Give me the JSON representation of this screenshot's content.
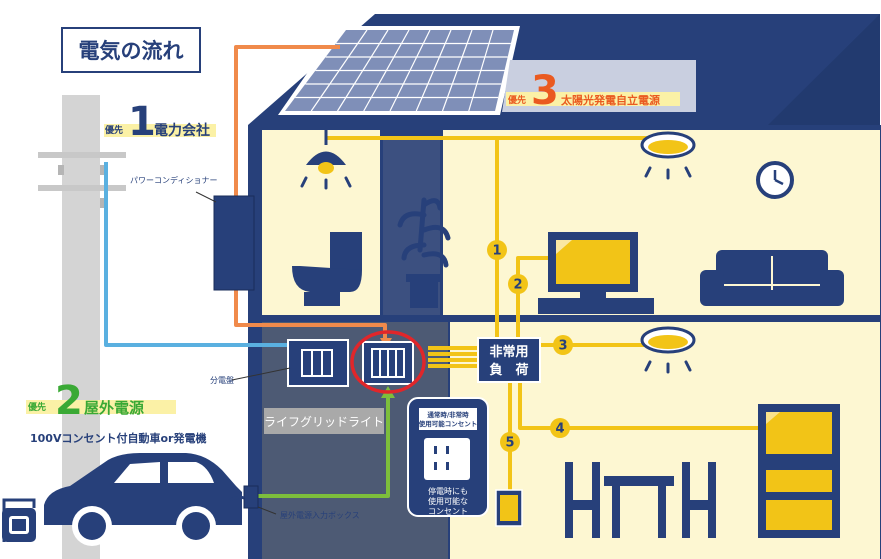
{
  "title": "電気の流れ",
  "priority_word": "優先",
  "priorities": [
    {
      "number": "1",
      "label": "電力会社"
    },
    {
      "number": "2",
      "label": "屋外電源"
    },
    {
      "number": "3",
      "label": "太陽光発電自立電源"
    }
  ],
  "outdoor_source_note": "100Vコンセント付自動車or発電機",
  "labels": {
    "power_conditioner": "パワーコンディショナー",
    "distribution_board": "分電盤",
    "lifegrid_light": "ライフグリッドライト",
    "outdoor_input_box": "屋外電源入力ボックス",
    "emergency_load_line1": "非常用",
    "emergency_load_line2": "負　荷",
    "outlet_sign_line1": "通常時/非常時",
    "outlet_sign_line2": "使用可能コンセント",
    "outlet_caption_line1": "停電時にも",
    "outlet_caption_line2": "使用可能な",
    "outlet_caption_line3": "コンセント"
  },
  "circuits": [
    "1",
    "2",
    "3",
    "4",
    "5"
  ],
  "colors": {
    "house_blue": "#27407a",
    "wall_cream": "#fdf7d2",
    "solar_line": "#f08a4b",
    "grid_line": "#5ab0e0",
    "outdoor_line": "#7dbe3c",
    "circuit_line": "#f2c417",
    "highlight_ring": "#e0262a",
    "priority_green": "#3aa935",
    "priority_orange": "#ea5a20"
  }
}
